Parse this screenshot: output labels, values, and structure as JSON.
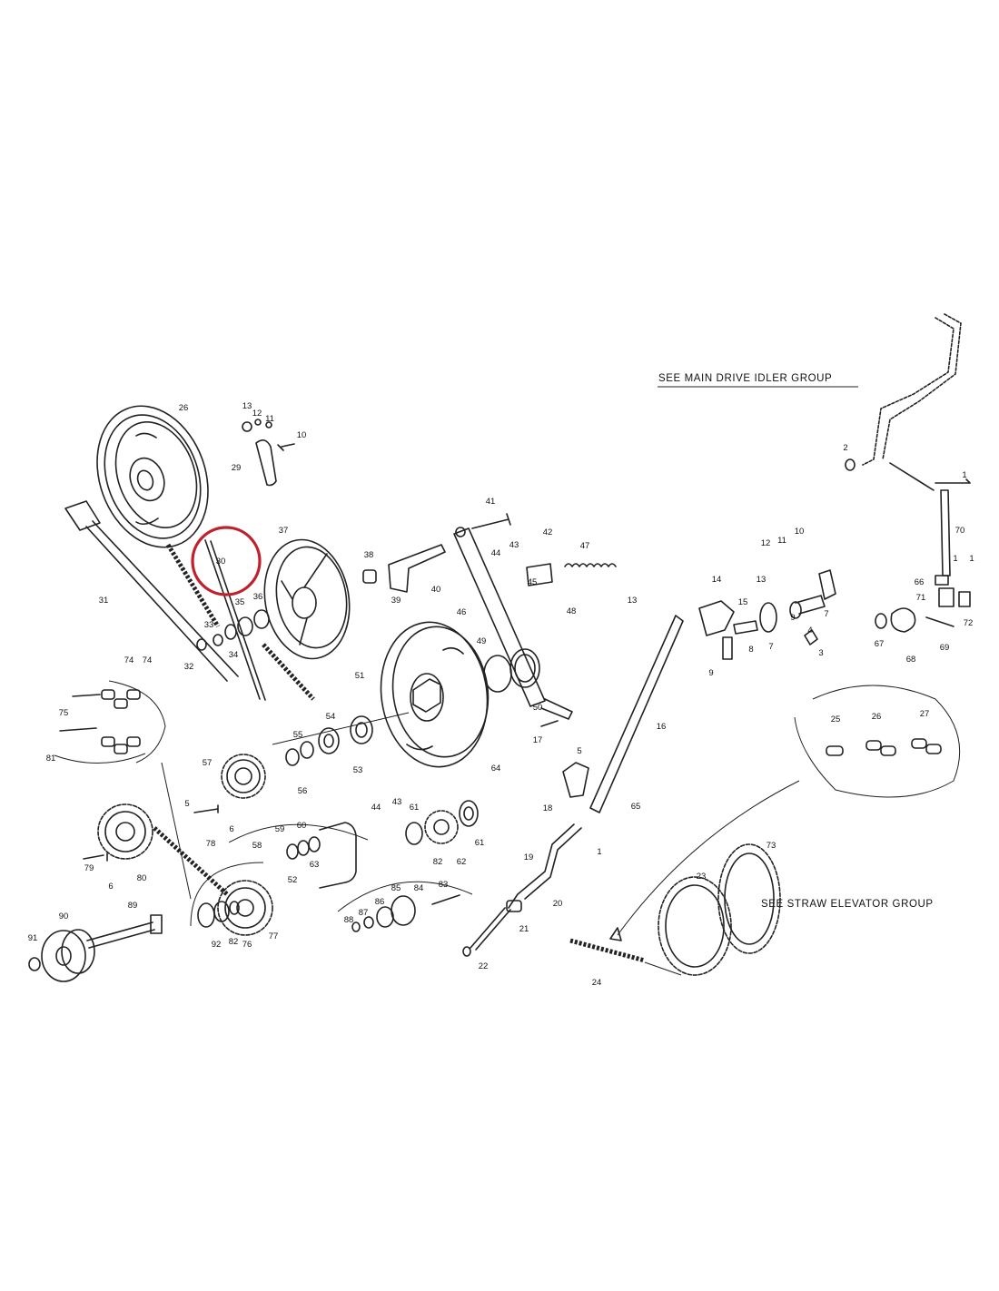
{
  "notes": {
    "main_drive": "SEE   MAIN DRIVE IDLER GROUP",
    "straw_elevator": "SEE STRAW ELEVATOR  GROUP"
  },
  "highlight": {
    "label": "30",
    "color": "#c0202c"
  },
  "callouts": {
    "c26": "26",
    "c13a": "13",
    "c12a": "12",
    "c11a": "11",
    "c10a": "10",
    "c29": "29",
    "c30": "30",
    "c31": "31",
    "c37": "37",
    "c35": "35",
    "c36": "36",
    "c33": "33",
    "c34": "34",
    "c32": "32",
    "c38": "38",
    "c39": "39",
    "c41": "41",
    "c40": "40",
    "c42": "42",
    "c43a": "43",
    "c44a": "44",
    "c45": "45",
    "c47": "47",
    "c13b": "13",
    "c48": "48",
    "c46": "46",
    "c49": "49",
    "c50": "50",
    "c51": "51",
    "c55": "55",
    "c54": "54",
    "c53": "53",
    "c56": "56",
    "c57": "57",
    "c5a": "5",
    "c6a": "6",
    "c74a": "74",
    "c74b": "74",
    "c75": "75",
    "c81": "81",
    "c80": "80",
    "c79": "79",
    "c6b": "6",
    "c78": "78",
    "c59": "59",
    "c60": "60",
    "c58": "58",
    "c52": "52",
    "c63": "63",
    "c44b": "44",
    "c43b": "43",
    "c61a": "61",
    "c82a": "82",
    "c62": "62",
    "c61b": "61",
    "c64": "64",
    "c85": "85",
    "c84": "84",
    "c83": "83",
    "c87": "87",
    "c86": "86",
    "c88": "88",
    "c92": "92",
    "c82b": "82",
    "c76": "76",
    "c77": "77",
    "c89": "89",
    "c90": "90",
    "c91": "91",
    "c2": "2",
    "c1a": "1",
    "c70": "70",
    "c12b": "12",
    "c11b": "11",
    "c10b": "10",
    "c13c": "13",
    "c14": "14",
    "c15": "15",
    "c9a": "9",
    "c7a": "7",
    "c8": "8",
    "c7b": "7",
    "c4": "4",
    "c3": "3",
    "c9b": "9",
    "c67": "67",
    "c68": "68",
    "c69": "69",
    "c66": "66",
    "c71": "71",
    "c72": "72",
    "c1b": "1",
    "c1c": "1",
    "c16": "16",
    "c17": "17",
    "c5b": "5",
    "c18": "18",
    "c65": "65",
    "c1d": "1",
    "c19": "19",
    "c20": "20",
    "c21": "21",
    "c22": "22",
    "c25": "25",
    "c26b": "26",
    "c27": "27",
    "c73": "73",
    "c23": "23",
    "c24": "24"
  }
}
